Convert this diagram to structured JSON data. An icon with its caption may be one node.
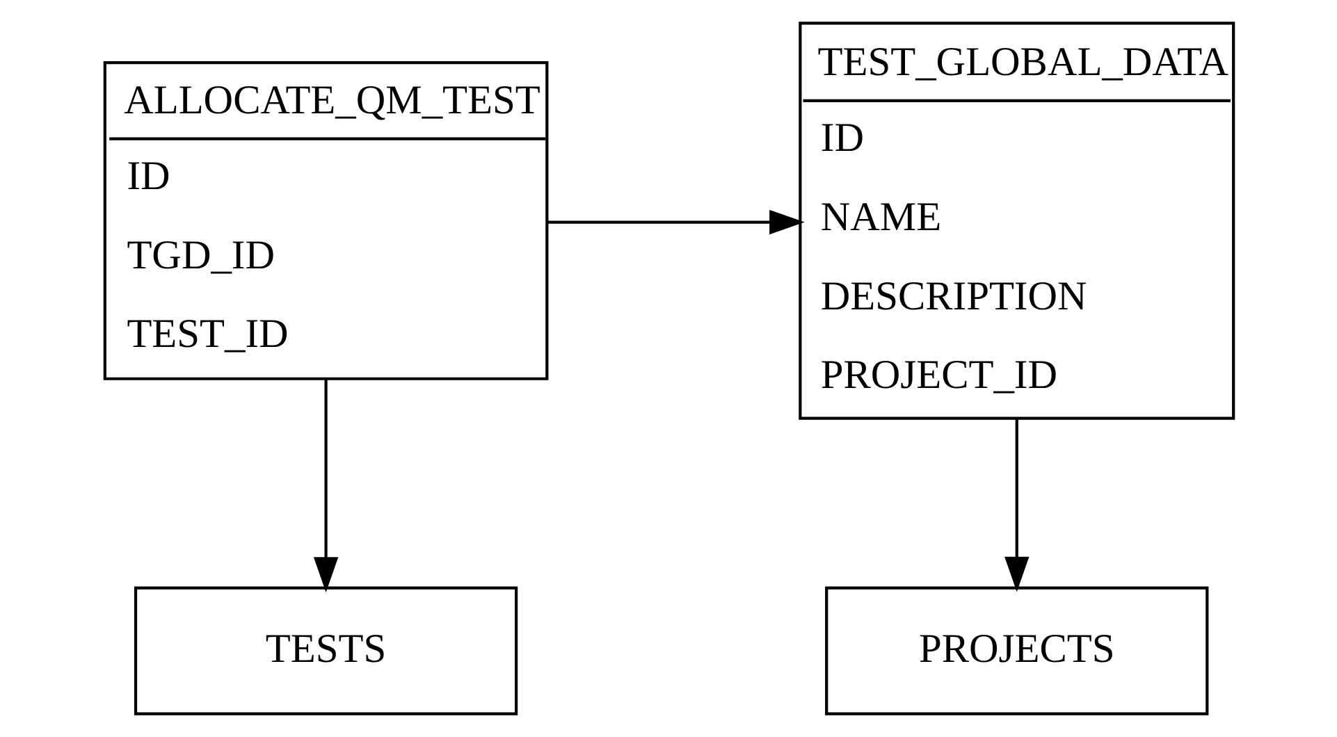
{
  "diagram": {
    "nodes": [
      {
        "text": [
          "ALLOCATE_QM_TEST",
          "ID",
          "TGD_ID",
          "TEST_ID"
        ]
      },
      {
        "text": [
          "TEST_GLOBAL_DATA",
          "ID",
          "NAME",
          "DESCRIPTION",
          "PROJECT_ID"
        ]
      },
      {
        "text": [
          "TESTS"
        ]
      },
      {
        "text": [
          "PROJECTS"
        ]
      }
    ],
    "edges": [
      {
        "from": 0,
        "to": 2,
        "arrow": "to"
      },
      {
        "from": 0,
        "to": 1,
        "arrow": "to"
      },
      {
        "from": 1,
        "to": 3,
        "arrow": "to"
      }
    ]
  }
}
